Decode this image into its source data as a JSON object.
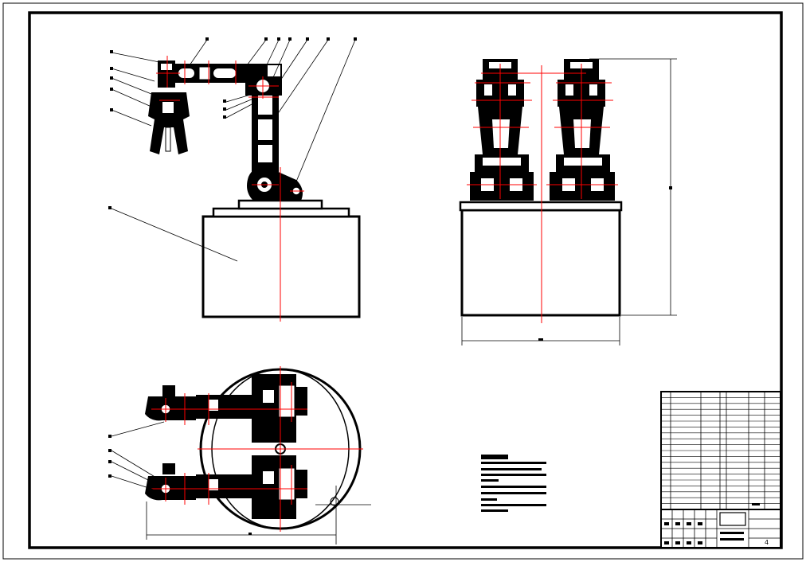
{
  "drawing": {
    "views": [
      "front-view",
      "side-view",
      "top-view"
    ],
    "title_block_text": "4",
    "colors": {
      "outline": "#000000",
      "centerline": "#ff0000",
      "background": "#ffffff"
    }
  }
}
